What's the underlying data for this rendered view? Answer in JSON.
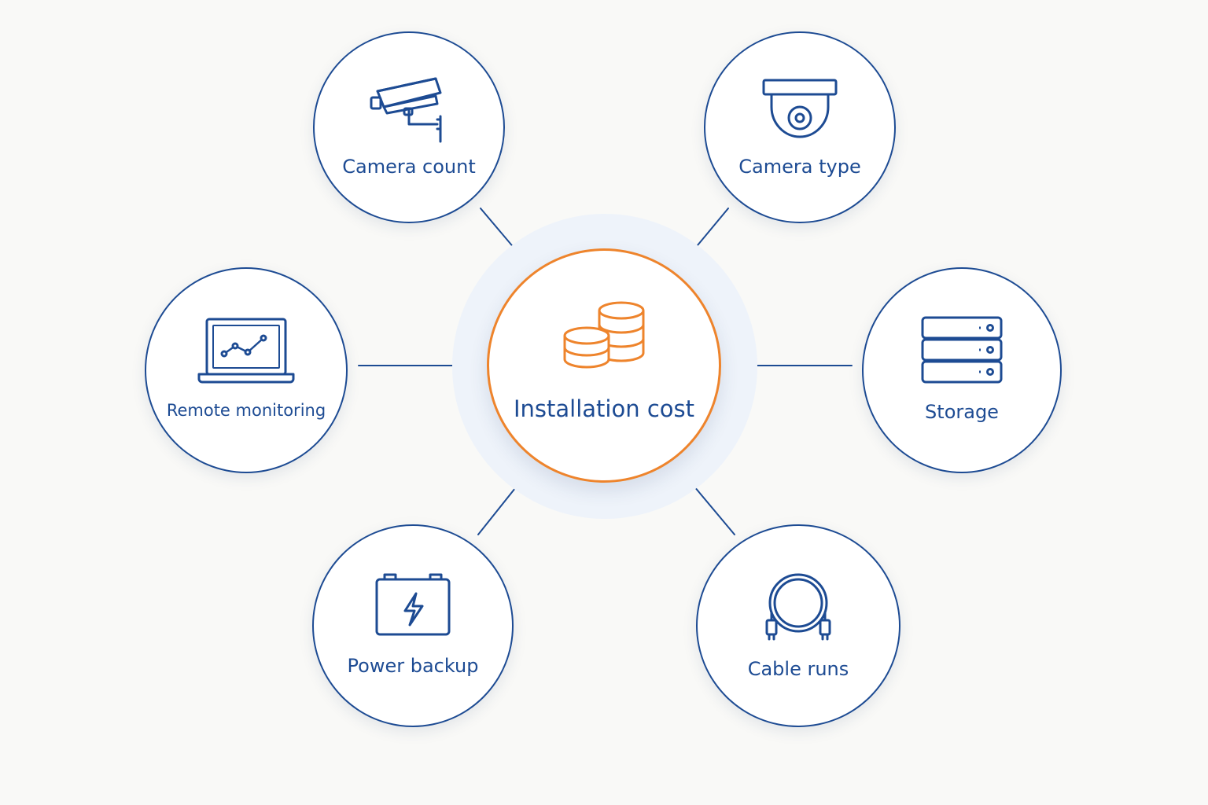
{
  "center": {
    "label": "Installation cost",
    "icon": "coins-icon",
    "accent_color": "#ee842c"
  },
  "factors": {
    "camera_count": {
      "label": "Camera count",
      "icon": "cctv-camera-icon"
    },
    "camera_type": {
      "label": "Camera type",
      "icon": "dome-camera-icon"
    },
    "remote_monitoring": {
      "label": "Remote monitoring",
      "icon": "laptop-chart-icon"
    },
    "storage": {
      "label": "Storage",
      "icon": "server-storage-icon"
    },
    "power_backup": {
      "label": "Power backup",
      "icon": "battery-bolt-icon"
    },
    "cable_runs": {
      "label": "Cable runs",
      "icon": "cable-coil-icon"
    }
  },
  "colors": {
    "primary": "#1d4b93",
    "accent": "#ee842c",
    "background": "#f9f9f7"
  }
}
